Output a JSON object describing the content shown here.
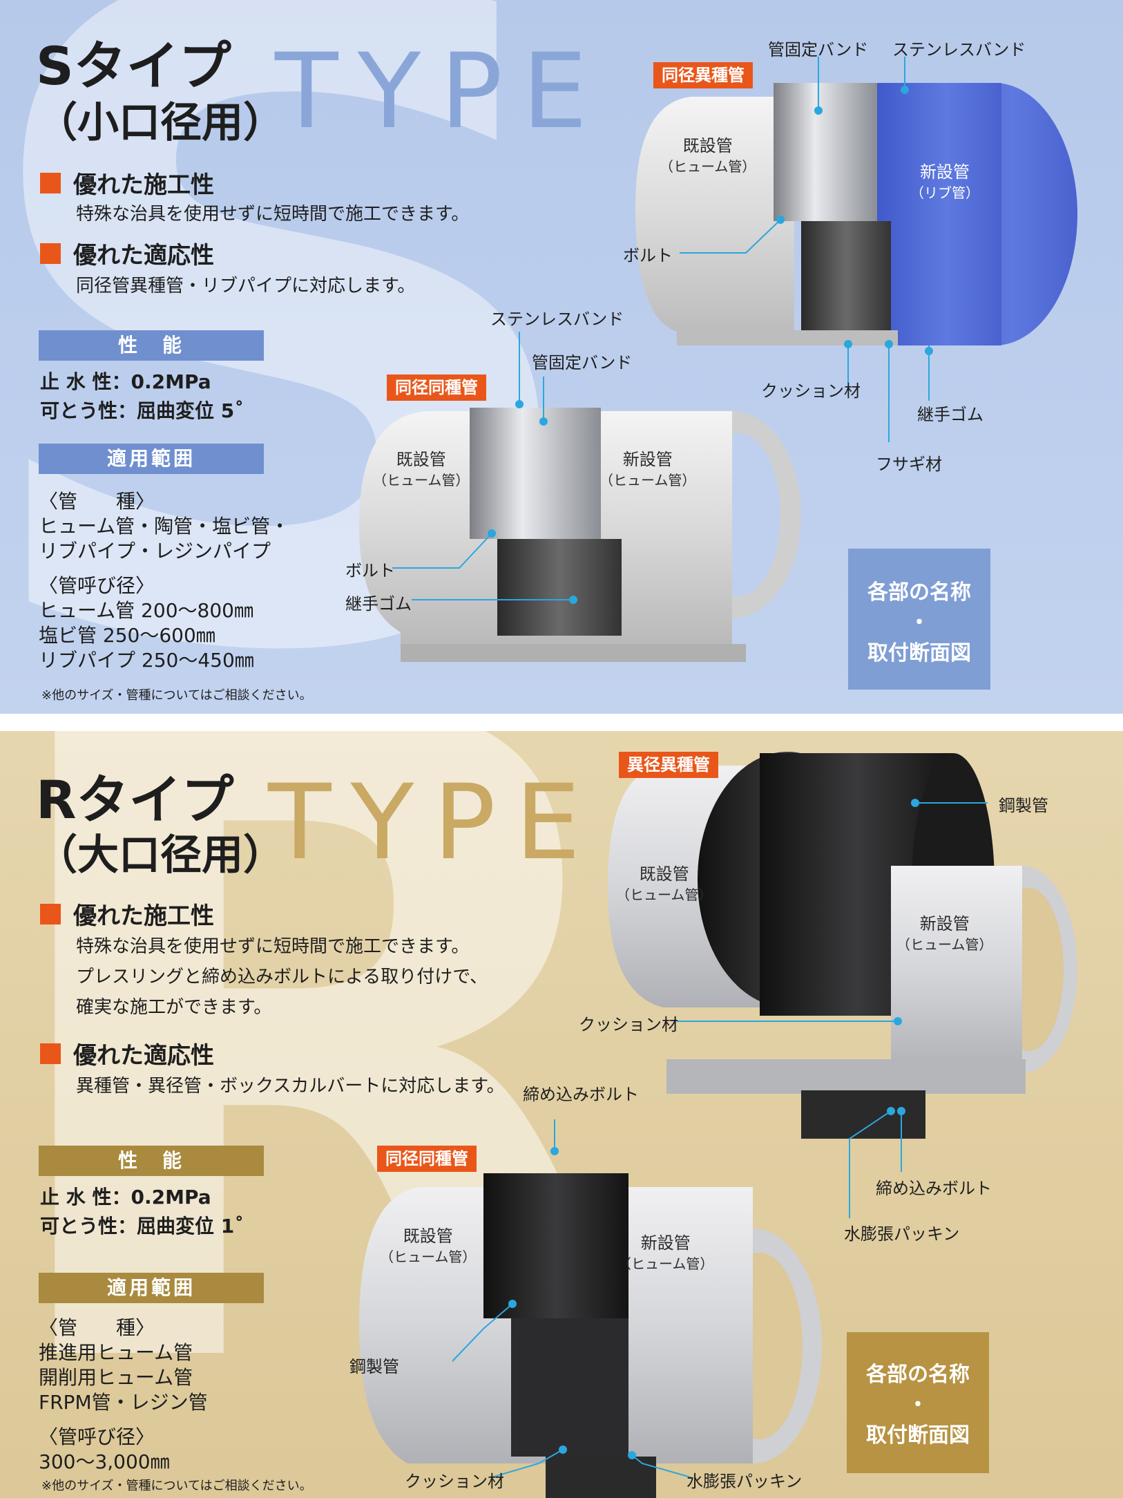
{
  "s_type": {
    "letter": "S",
    "type_word": "TYPE",
    "title_main": "Sタイプ",
    "title_sub": "（小口径用）",
    "feature1_title": "優れた施工性",
    "feature1_desc": "特殊な治具を使用せずに短時間で施工できます。",
    "feature2_title": "優れた適応性",
    "feature2_desc": "同径管異種管・リブパイプに対応します。",
    "perf_header": "性　能",
    "perf_water": "止 水 性：0.2MPa",
    "perf_flex": "可とう性：屈曲変位 5˚",
    "scope_header": "適用範囲",
    "kind_label": "〈管　　種〉",
    "kind_line1": "ヒューム管・陶管・塩ビ管・",
    "kind_line2": "リブパイプ・レジンパイプ",
    "dia_label": "〈管呼び径〉",
    "dia_line1": "ヒューム管  200～800㎜",
    "dia_line2": "塩ビ管  250～600㎜",
    "dia_line3": "リブパイプ  250～450㎜",
    "note": "※他のサイズ・管種についてはご相談ください。",
    "diagram_top": {
      "tag": "同径異種管",
      "label_clamp": "管固定バンド",
      "label_stainless": "ステンレスバンド",
      "label_bolt": "ボルト",
      "label_cushion": "クッション材",
      "label_joint_rubber": "継手ゴム",
      "label_cap": "フサギ材",
      "pipe_old": "既設管",
      "pipe_old_sub": "（ヒューム管）",
      "pipe_new": "新設管",
      "pipe_new_sub": "（リブ管）"
    },
    "diagram_bottom": {
      "tag": "同径同種管",
      "label_stainless": "ステンレスバンド",
      "label_clamp": "管固定バンド",
      "label_bolt": "ボルト",
      "label_joint_rubber": "継手ゴム",
      "pipe_old": "既設管",
      "pipe_old_sub": "（ヒューム管）",
      "pipe_new": "新設管",
      "pipe_new_sub": "（ヒューム管）"
    },
    "box_line1": "各部の名称",
    "box_dot": "・",
    "box_line2": "取付断面図"
  },
  "r_type": {
    "letter": "R",
    "type_word": "TYPE",
    "title_main": "Rタイプ",
    "title_sub": "（大口径用）",
    "feature1_title": "優れた施工性",
    "feature1_desc1": "特殊な治具を使用せずに短時間で施工できます。",
    "feature1_desc2": "プレスリングと締め込みボルトによる取り付けで、",
    "feature1_desc3": "確実な施工ができます。",
    "feature2_title": "優れた適応性",
    "feature2_desc": "異種管・異径管・ボックスカルバートに対応します。",
    "perf_header": "性　能",
    "perf_water": "止 水 性：0.2MPa",
    "perf_flex": "可とう性：屈曲変位 1˚",
    "scope_header": "適用範囲",
    "kind_label": "〈管　　種〉",
    "kind_line1": "推進用ヒューム管",
    "kind_line2": "開削用ヒューム管",
    "kind_line3": "FRPM管・レジン管",
    "dia_label": "〈管呼び径〉",
    "dia_line1": "300～3,000㎜",
    "note": "※他のサイズ・管種についてはご相談ください。",
    "diagram_top": {
      "tag": "異径異種管",
      "label_steel": "鋼製管",
      "label_cushion": "クッション材",
      "label_bolt_a": "締め込みボルト",
      "label_bolt_b": "締め込みボルト",
      "label_packing": "水膨張パッキン",
      "pipe_old": "既設管",
      "pipe_old_sub": "（ヒューム管）",
      "pipe_new": "新設管",
      "pipe_new_sub": "（ヒューム管）"
    },
    "diagram_bottom": {
      "tag": "同径同種管",
      "label_steel": "鋼製管",
      "label_cushion": "クッション材",
      "label_packing": "水膨張パッキン",
      "pipe_old": "既設管",
      "pipe_old_sub": "（ヒューム管）",
      "pipe_new": "新設管",
      "pipe_new_sub": "（ヒューム管）"
    },
    "box_line1": "各部の名称",
    "box_dot": "・",
    "box_line2": "取付断面図"
  },
  "colors": {
    "accent_orange": "#e9561a",
    "s_band_blue": "#6f8fcf",
    "r_band_gold": "#a98a3e",
    "leader_blue": "#2aa7df"
  }
}
